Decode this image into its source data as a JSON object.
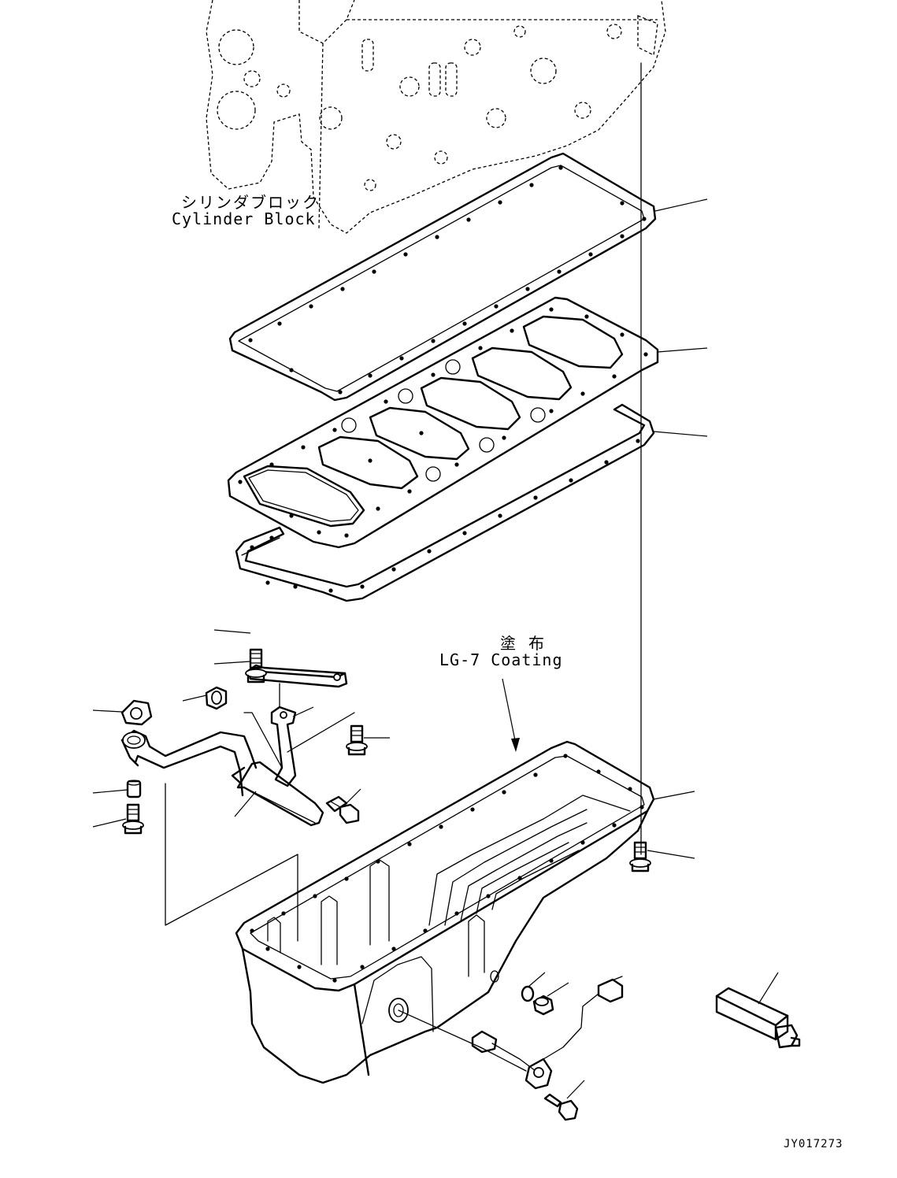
{
  "figure": {
    "labels": {
      "cylinder_block_jp": "シリンダブロック",
      "cylinder_block_en": "Cylinder Block",
      "coating_jp": "塗 布",
      "coating_en": "LG-7 Coating",
      "drawing_id": "JY017273"
    },
    "parts": [
      "cylinder-block",
      "gasket-upper",
      "stiffener-plate",
      "gasket-lower",
      "support-bar",
      "bolt",
      "suction-gasket",
      "strainer-tube",
      "bracket",
      "spacer",
      "oil-pan",
      "drain-plug",
      "o-ring",
      "level-sensor",
      "sensor-connector"
    ]
  }
}
